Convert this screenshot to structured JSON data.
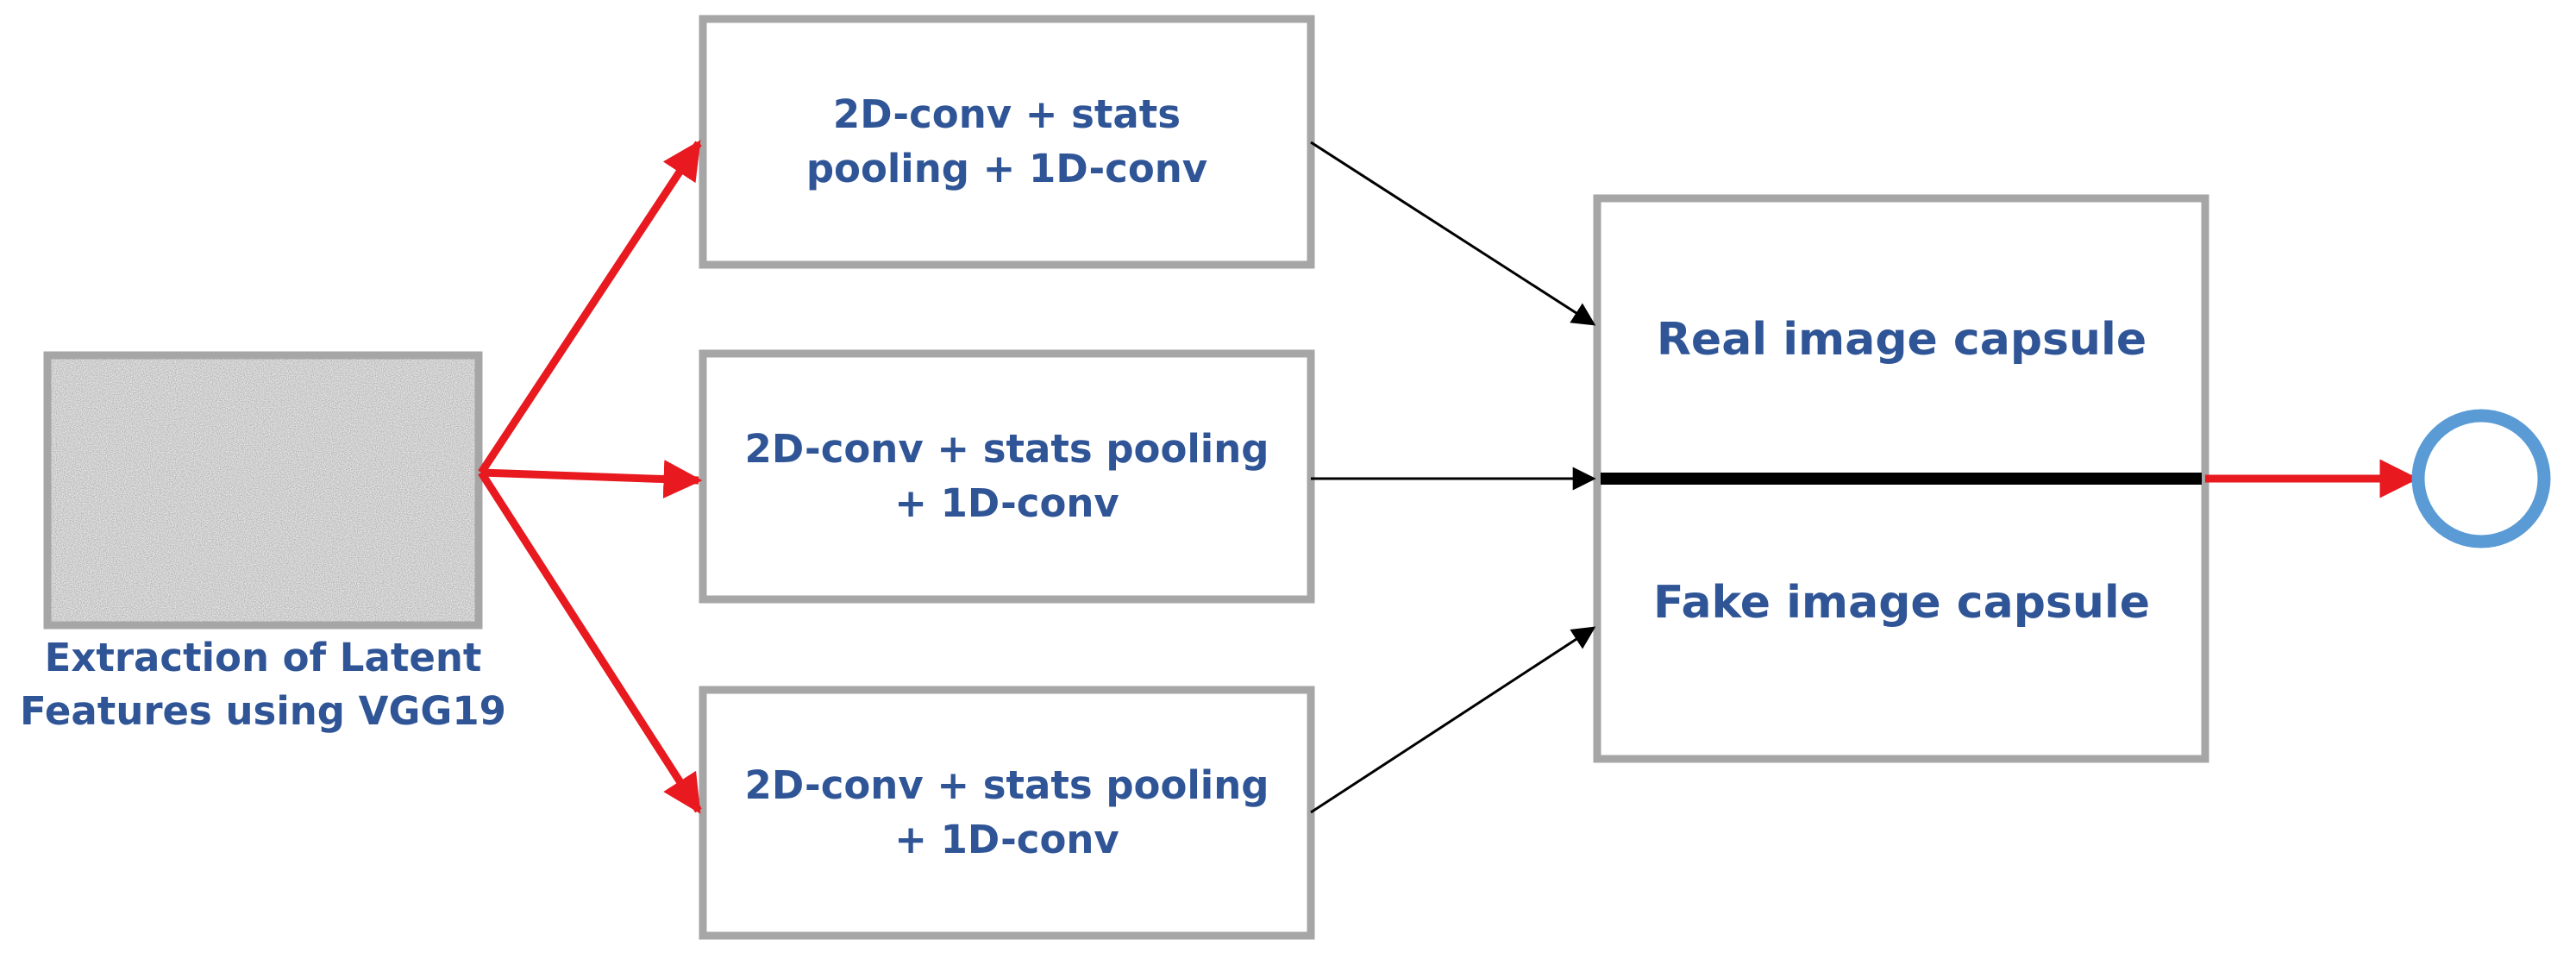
{
  "input_block": {
    "caption_line1": "Extraction of Latent",
    "caption_line2": "Features using VGG19"
  },
  "conv_blocks": [
    {
      "line1": "2D-conv + stats",
      "line2": "pooling + 1D-conv"
    },
    {
      "line1": "2D-conv + stats pooling",
      "line2": "+ 1D-conv"
    },
    {
      "line1": "2D-conv + stats pooling",
      "line2": "+ 1D-conv"
    }
  ],
  "capsule_block": {
    "real_label": "Real image capsule",
    "fake_label": "Fake image capsule"
  },
  "colors": {
    "box_border": "#a6a6a6",
    "text": "#2f5597",
    "red_arrow": "#e8191f",
    "black_arrow": "#000000",
    "output_circle": "#5b9bd5",
    "noise_base": "#e8e8e8"
  }
}
